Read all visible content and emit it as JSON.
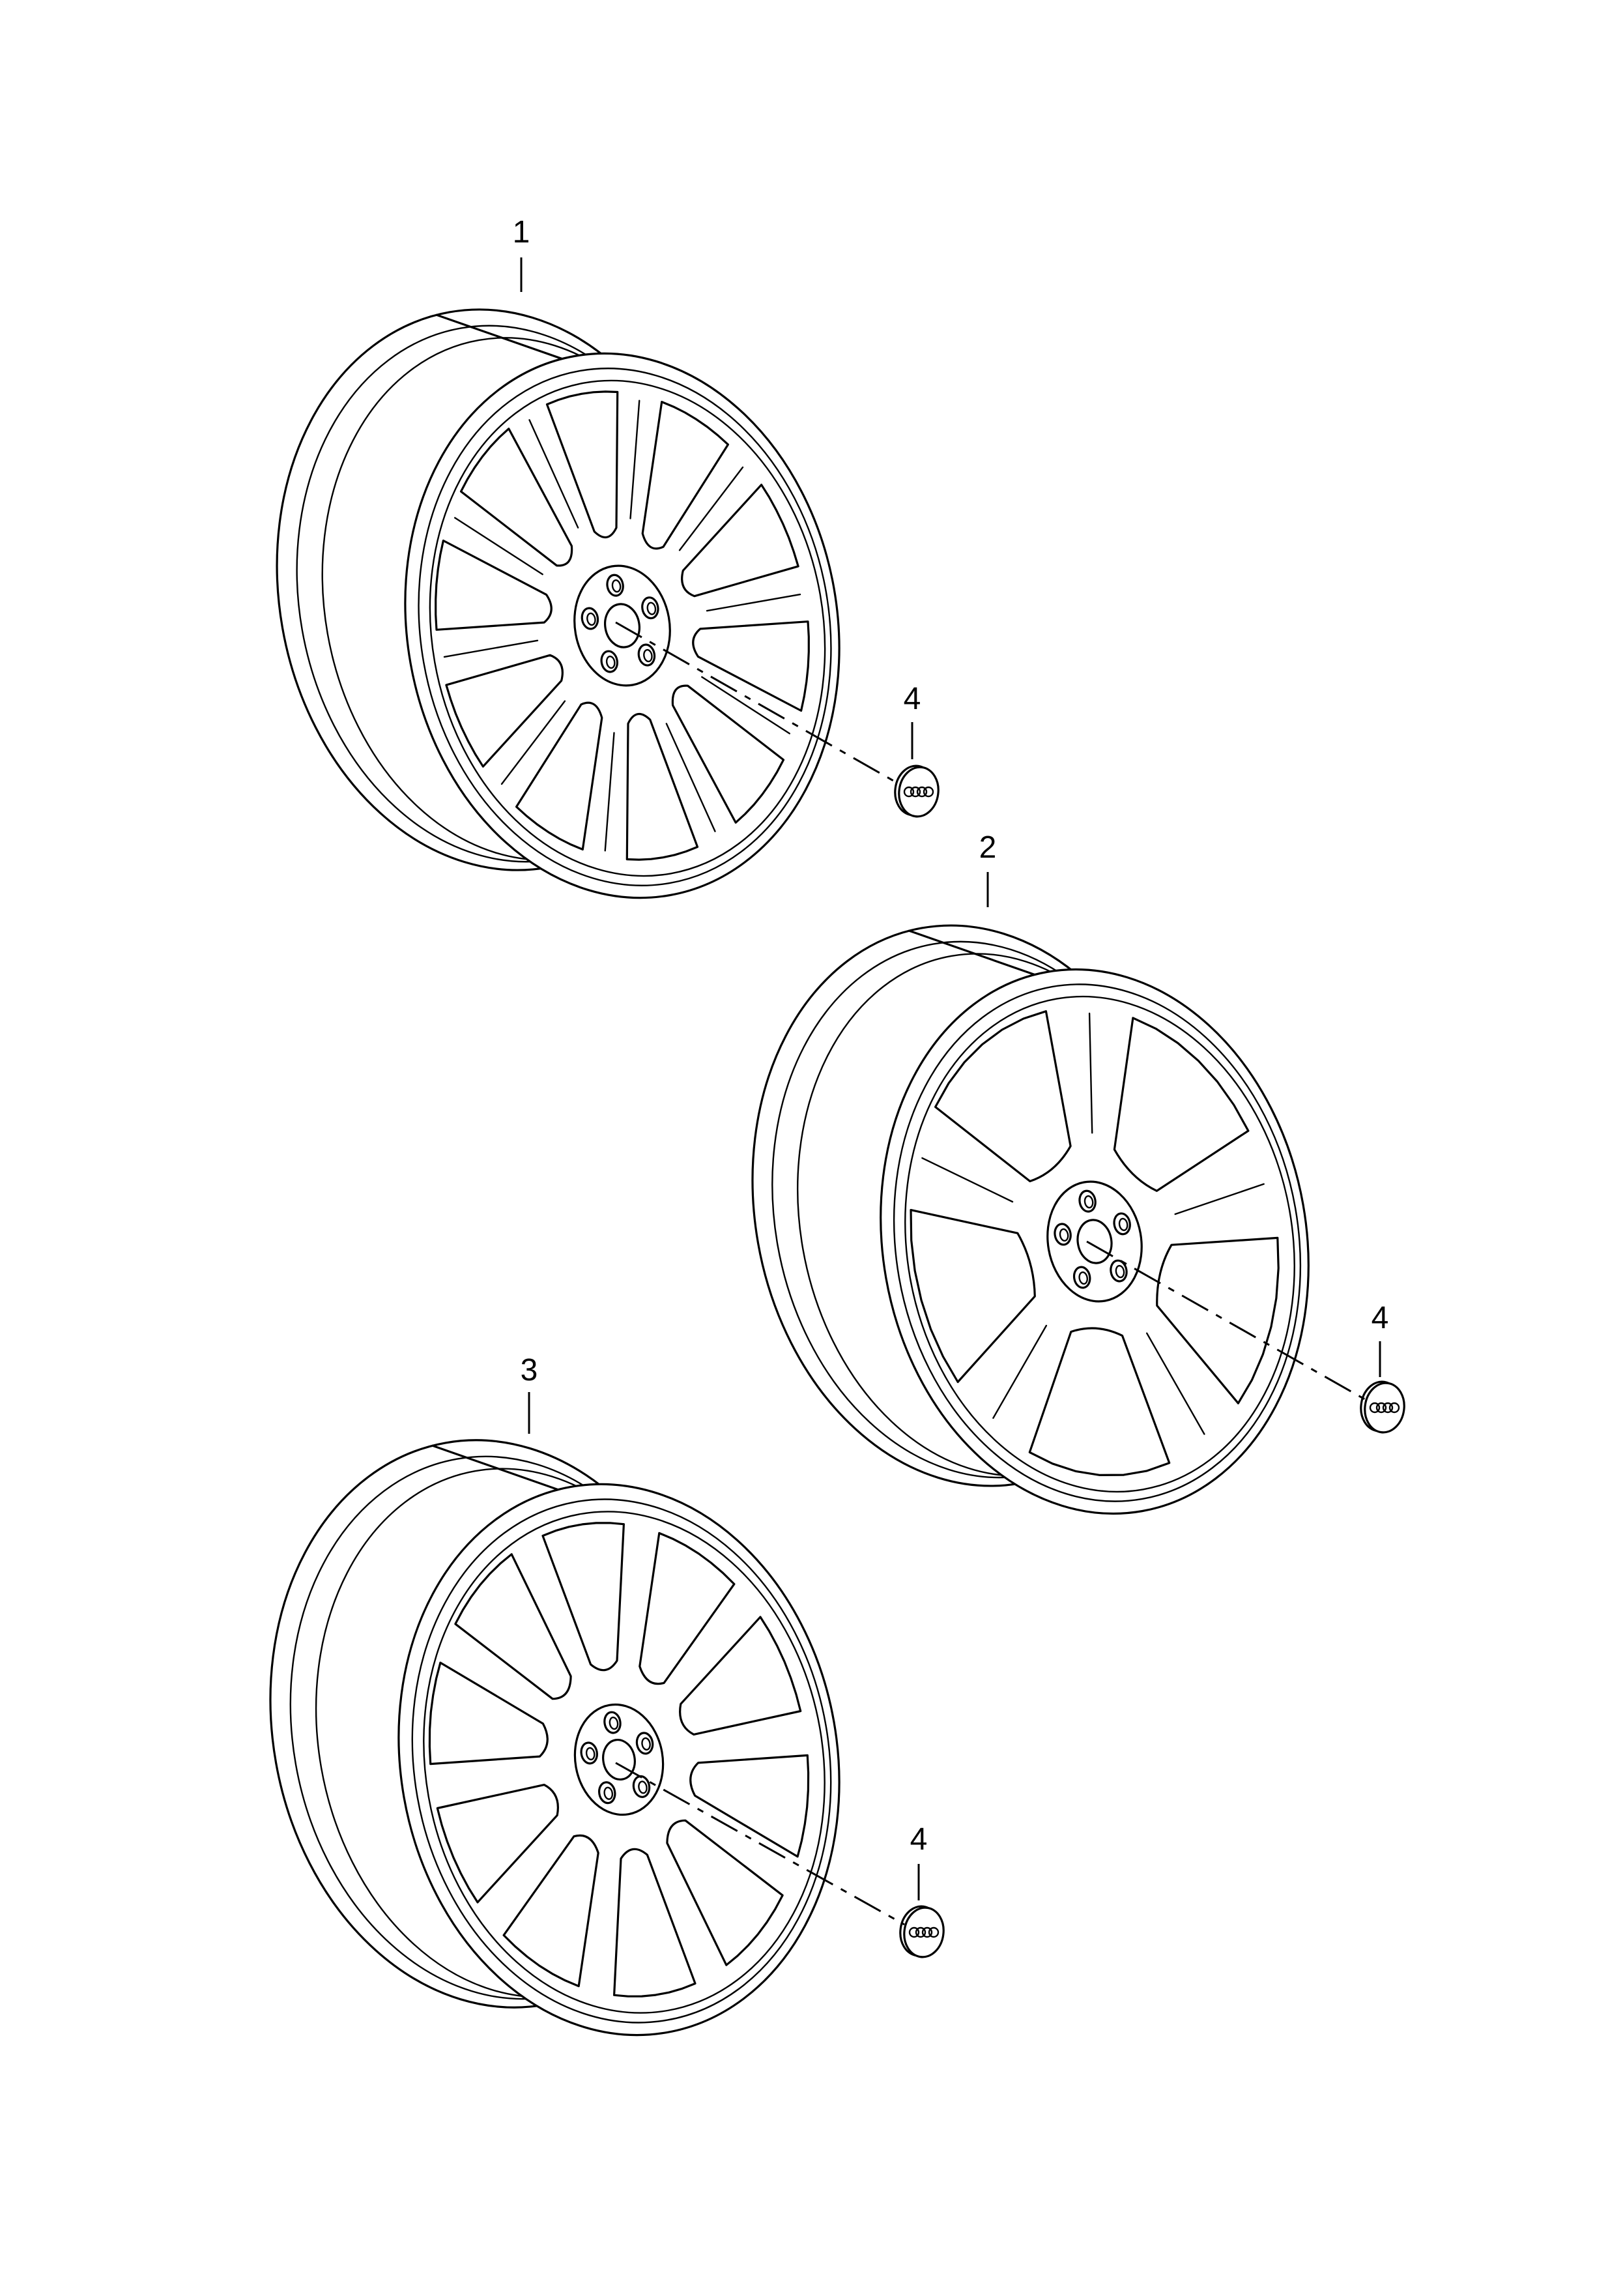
{
  "diagram": {
    "parts": [
      {
        "callout": "1",
        "item": "wheel-1"
      },
      {
        "callout": "2",
        "item": "wheel-2"
      },
      {
        "callout": "3",
        "item": "wheel-3"
      },
      {
        "callout": "4",
        "item": "center-cap"
      }
    ],
    "labels": {
      "wheel1": "1",
      "wheel2": "2",
      "wheel3": "3",
      "cap_a": "4",
      "cap_b": "4",
      "cap_c": "4"
    },
    "line_color": "#000000",
    "background": "#ffffff"
  }
}
